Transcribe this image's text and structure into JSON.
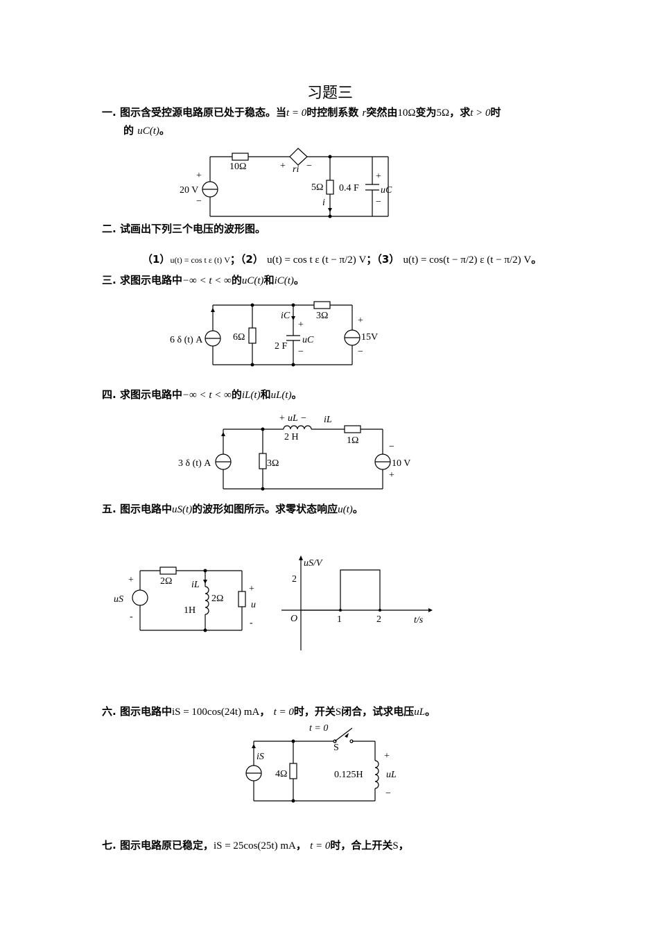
{
  "title": "习题三",
  "q1": {
    "num": "一.",
    "text_a": "图示含受控源电路原已处于稳态。当",
    "cond1": "t = 0",
    "text_b": "时控制系数",
    "r": "r",
    "text_c": "突然由",
    "v1": "10Ω",
    "text_d": "变为",
    "v2": "5Ω",
    "text_e": "，求",
    "cond2": "t > 0",
    "text_f": "时",
    "text_g": "的",
    "target": "uC(t)",
    "end": "。",
    "circuit": {
      "r10": "10Ω",
      "src": "20 V",
      "ri": "ri",
      "plus_ri": "+",
      "minus_ri": "−",
      "r5": "5Ω",
      "cap": "0.4 F",
      "uc": "uC",
      "i": "i",
      "plus": "+",
      "minus": "−"
    }
  },
  "q2": {
    "num": "二.",
    "text": "试画出下列三个电压的波形图。",
    "p1": "（1）",
    "e1": "u(t) = cos t ε (t) V",
    "p2": "；（2）",
    "e2": "u(t) = cos t ε (t − π/2) V",
    "p3": "；（3）",
    "e3": "u(t) = cos(t − π/2) ε (t − π/2) V",
    "end": "。"
  },
  "q3": {
    "num": "三.",
    "text_a": "求图示电路中",
    "range": "−∞ < t < ∞",
    "text_b": "的",
    "t1": "uC(t)",
    "and": "和",
    "t2": "iC(t)",
    "end": "。",
    "circuit": {
      "src": "6 δ (t) A",
      "r6": "6Ω",
      "ic": "iC",
      "cap": "2 F",
      "uc": "uC",
      "r3": "3Ω",
      "vs": "15V",
      "plus": "+",
      "minus": "−"
    }
  },
  "q4": {
    "num": "四.",
    "text_a": "求图示电路中",
    "range": "−∞ < t < ∞",
    "text_b": "的",
    "t1": "iL(t)",
    "and": "和",
    "t2": "uL(t)",
    "end": "。",
    "circuit": {
      "src": "3 δ (t) A",
      "r3": "3Ω",
      "ul": "+ uL −",
      "il": "iL",
      "ind": "2 H",
      "r1": "1Ω",
      "vs": "10 V",
      "plus": "+",
      "minus": "−"
    }
  },
  "q5": {
    "num": "五.",
    "text_a": "图示电路中",
    "us": "uS(t)",
    "text_b": "的波形如图所示。求零状态响应",
    "u": "u(t)",
    "end": "。",
    "circuit": {
      "r2": "2Ω",
      "il": "iL",
      "ind": "1H",
      "r2b": "2Ω",
      "us": "uS",
      "u": "u",
      "plus": "+",
      "minus": "-"
    },
    "chart_data": {
      "type": "line",
      "x": [
        0,
        1,
        1,
        2,
        2
      ],
      "y": [
        0,
        0,
        2,
        2,
        0
      ],
      "xlabel": "t/s",
      "ylabel": "uS/V",
      "xticks": [
        "1",
        "2"
      ],
      "yticks": [
        "2"
      ],
      "origin": "O"
    }
  },
  "q6": {
    "num": "六.",
    "text_a": "图示电路中",
    "is": "iS = 100cos(24t) mA",
    "text_b": "，",
    "cond": "t = 0",
    "text_c": "时，开关",
    "s": "S",
    "text_d": "闭合，试求电压",
    "ul": "uL",
    "end": "。",
    "circuit": {
      "t0": "t = 0",
      "s": "S",
      "is": "iS",
      "r4": "4Ω",
      "ind": "0.125H",
      "ul": "uL",
      "plus": "+",
      "minus": "−"
    }
  },
  "q7": {
    "num": "七.",
    "text_a": "图示电路原已稳定，",
    "is": "iS = 25cos(25t) mA",
    "text_b": "，",
    "cond": "t = 0",
    "text_c": "时，合上开关",
    "s": "S",
    "end": "，"
  }
}
